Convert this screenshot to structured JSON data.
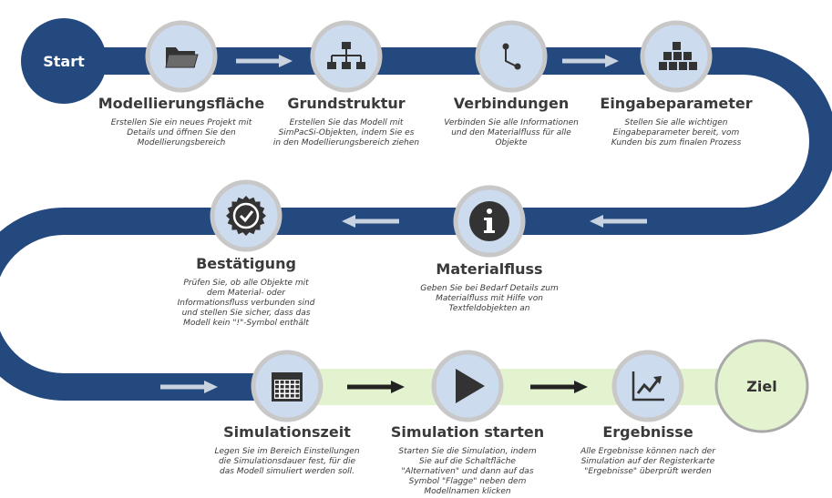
{
  "colors": {
    "track": "#23497f",
    "finish_track": "#e4f3cf",
    "node_fill": "#cddbef",
    "node_ring": "#c8c8c8",
    "icon": "#333333",
    "arrow_on_track": "#c9d3df",
    "arrow_on_finish": "#222222",
    "finish_fill": "#e4f3cf",
    "finish_ring": "#a9a9a9",
    "text": "#3a3a3a"
  },
  "start": {
    "label": "Start"
  },
  "finish": {
    "label": "Ziel"
  },
  "steps": [
    {
      "id": "modellierungsflaeche",
      "title": "Modellierungsfläche",
      "icon": "folder-icon",
      "desc": [
        "Erstellen Sie ein neues Projekt mit",
        "Details und öffnen Sie den",
        "Modellierungsbereich"
      ]
    },
    {
      "id": "grundstruktur",
      "title": "Grundstruktur",
      "icon": "hierarchy-icon",
      "desc": [
        "Erstellen Sie das Modell mit",
        "SimPacSi-Objekten, indem Sie es",
        "in den Modellierungsbereich ziehen"
      ]
    },
    {
      "id": "verbindungen",
      "title": "Verbindungen",
      "icon": "connection-icon",
      "desc": [
        "Verbinden Sie alle Informationen",
        "und den Materialfluss für alle",
        "Objekte"
      ]
    },
    {
      "id": "eingabeparameter",
      "title": "Eingabeparameter",
      "icon": "boxes-icon",
      "desc": [
        "Stellen Sie alle wichtigen",
        "Eingabeparameter bereit, vom",
        "Kunden bis zum finalen Prozess"
      ]
    },
    {
      "id": "materialfluss",
      "title": "Materialfluss",
      "icon": "info-icon",
      "desc": [
        "Geben Sie bei Bedarf Details zum",
        "Materialfluss mit Hilfe von",
        "Textfeldobjekten an"
      ]
    },
    {
      "id": "bestaetigung",
      "title": "Bestätigung",
      "icon": "check-badge-icon",
      "desc": [
        "Prüfen Sie, ob alle Objekte mit",
        "dem Material- oder",
        "Informationsfluss verbunden sind",
        "und stellen Sie sicher, dass das",
        "Modell kein \"!\"-Symbol enthält"
      ]
    },
    {
      "id": "simulationszeit",
      "title": "Simulationszeit",
      "icon": "calendar-icon",
      "desc": [
        "Legen Sie im Bereich Einstellungen",
        "die Simulationsdauer fest, für die",
        "das Modell simuliert werden soll."
      ]
    },
    {
      "id": "simulation-starten",
      "title": "Simulation starten",
      "icon": "play-icon",
      "desc": [
        "Starten Sie die Simulation, indem",
        "Sie auf die Schaltfläche",
        "\"Alternativen\" und dann auf das",
        "Symbol \"Flagge\" neben dem",
        "Modellnamen klicken"
      ]
    },
    {
      "id": "ergebnisse",
      "title": "Ergebnisse",
      "icon": "chart-icon",
      "desc": [
        "Alle Ergebnisse können nach der",
        "Simulation auf der Registerkarte",
        "\"Ergebnisse\" überprüft werden"
      ]
    }
  ]
}
